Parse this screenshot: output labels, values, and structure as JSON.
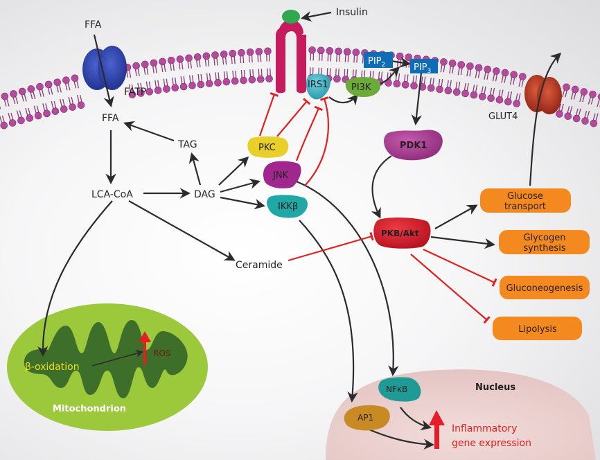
{
  "colors": {
    "membrane_head": "#b44a9b",
    "membrane_tail": "#8a3a78",
    "fatp": "#2a3fa6",
    "receptor": "#c41c5c",
    "insulin": "#2fa84f",
    "irs1": "#3ab7c8",
    "pi3k": "#6cab3a",
    "pip_box": "#0f6cb6",
    "pdk1": "#a8398f",
    "pkb": "#d7202f",
    "pkc": "#e8cf2a",
    "jnk": "#a0278e",
    "ikkb": "#21a8a6",
    "orange_box": "#f48a1f",
    "glut4": "#b8301f",
    "mito_outer": "#9cc93c",
    "mito_inner": "#3d6e2a",
    "nucleus": "#eed3d2",
    "nfkb": "#1f9a95",
    "ap1": "#c88a22",
    "inhibit": "#e2201f",
    "arrow": "#2b2b2b"
  },
  "labels": {
    "ffa_out": "FFA",
    "fatp": "FATP",
    "ffa_in": "FFA",
    "tag": "TAG",
    "lca_coa": "LCA-CoA",
    "dag": "DAG",
    "ceramide": "Ceramide",
    "insulin": "Insulin",
    "irs1": "IRS1",
    "pi3k": "PI3K",
    "pip2": "PIP",
    "pip2_sub": "2",
    "pip3": "PIP",
    "pip3_sub": "3",
    "pdk1": "PDK1",
    "pkc": "PKC",
    "jnk": "JNK",
    "ikkb": "IKKβ",
    "pkb": "PKB/Akt",
    "glut4": "GLUT4",
    "glucose_transport": [
      "Glucose",
      "transport"
    ],
    "glycogen_synthesis": [
      "Glycogen",
      "synthesis"
    ],
    "gluconeogenesis": "Gluconeogenesis",
    "lipolysis": "Lipolysis",
    "beta_oxidation": "β-oxidation",
    "ros": "ROS",
    "mitochondrion": "Mitochondrion",
    "nucleus": "Nucleus",
    "nfkb": "NFκB",
    "ap1": "AP1",
    "inflammatory": [
      "Inflammatory",
      "gene expression"
    ]
  }
}
